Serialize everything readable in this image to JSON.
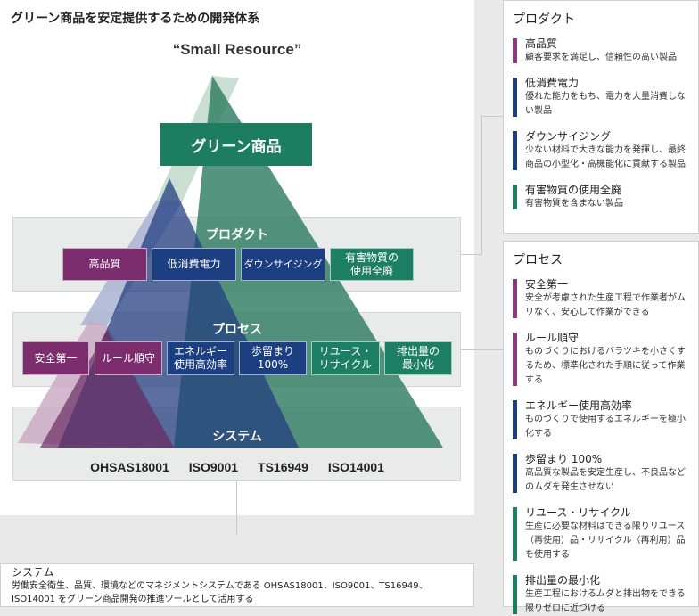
{
  "title": "グリーン商品を安定提供するための開発体系",
  "subtitle": "“Small Resource”",
  "green_product": "グリーン商品",
  "bands": {
    "product": "プロダクト",
    "process": "プロセス",
    "system": "システム"
  },
  "product_boxes": [
    "高品質",
    "低消費電力",
    "ダウンサイジング",
    "有害物質の\n使用全廃"
  ],
  "process_boxes": [
    "安全第一",
    "ルール順守",
    "エネルギー\n使用高効率",
    "歩留まり\n100%",
    "リユース・\nリサイクル",
    "排出量の\n最小化"
  ],
  "standards": [
    "OHSAS18001",
    "ISO9001",
    "TS16949",
    "ISO14001"
  ],
  "colors": {
    "purple": "#7b2d6e",
    "blue": "#1c3f82",
    "green": "#1c7f63"
  },
  "product_panel": {
    "title": "プロダクト",
    "items": [
      {
        "title": "高品質",
        "desc": "顧客要求を満足し、信頼性の高い製品",
        "color": "#8a3a7d"
      },
      {
        "title": "低消費電力",
        "desc": "優れた能力をもち、電力を大量消費しない製品",
        "color": "#1c3f82"
      },
      {
        "title": "ダウンサイジング",
        "desc": "少ない材料で大きな能力を発揮し、最終商品の小型化・高機能化に貢献する製品",
        "color": "#1c3f82"
      },
      {
        "title": "有害物質の使用全廃",
        "desc": "有害物質を含まない製品",
        "color": "#1c7f63"
      }
    ]
  },
  "process_panel": {
    "title": "プロセス",
    "items": [
      {
        "title": "安全第一",
        "desc": "安全が考慮された生産工程で作業者がムリなく、安心して作業ができる",
        "color": "#8a3a7d"
      },
      {
        "title": "ルール順守",
        "desc": "ものづくりにおけるバラツキを小さくするため、標準化された手順に従って作業する",
        "color": "#8a3a7d"
      },
      {
        "title": "エネルギー使用高効率",
        "desc": "ものづくりで使用するエネルギーを極小化する",
        "color": "#1c3f82"
      },
      {
        "title": "歩留まり 100%",
        "desc": "高品質な製品を安定生産し、不良品などのムダを発生させない",
        "color": "#1c3f82"
      },
      {
        "title": "リユース・リサイクル",
        "desc": "生産に必要な材料はできる限りリユース（再使用）品・リサイクル（再利用）品を使用する",
        "color": "#1c7f63"
      },
      {
        "title": "排出量の最小化",
        "desc": "生産工程におけるムダと排出物をできる限りゼロに近づける",
        "color": "#1c7f63"
      }
    ]
  },
  "system_panel": {
    "title": "システム",
    "desc": "労働安全衛生、品質、環境などのマネジメントシステムである OHSAS18001、ISO9001、TS16949、ISO14001 をグリーン商品開発の推進ツールとして活用する"
  }
}
